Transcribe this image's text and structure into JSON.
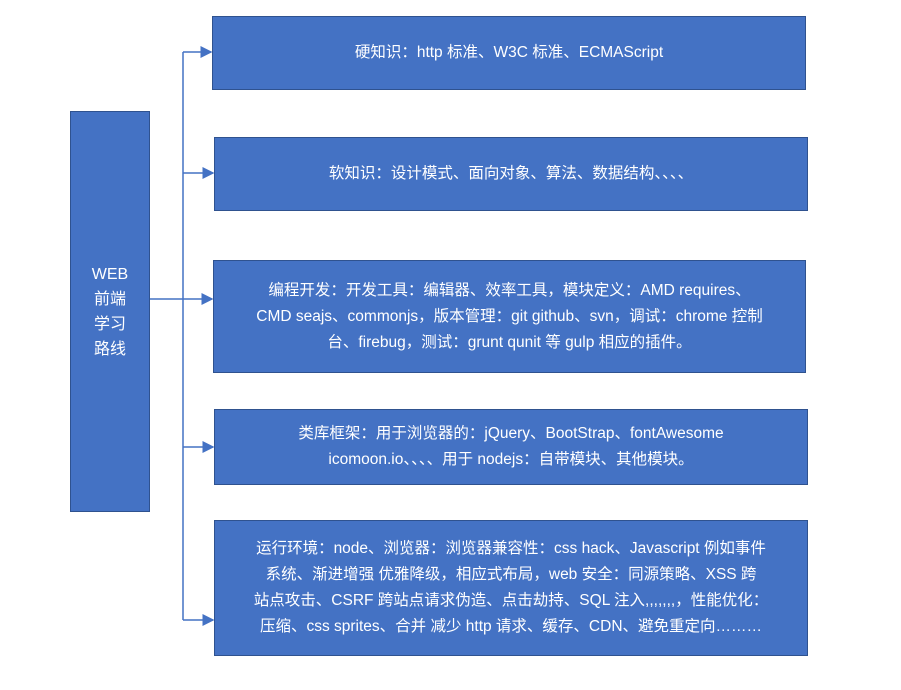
{
  "root": {
    "lines": [
      "WEB",
      "前端",
      "学习",
      "路线"
    ]
  },
  "branches": [
    {
      "lines": [
        "硬知识：http 标准、W3C 标准、ECMAScript"
      ]
    },
    {
      "lines": [
        "软知识：设计模式、面向对象、算法、数据结构、、、、"
      ]
    },
    {
      "lines": [
        "编程开发：开发工具：编辑器、效率工具，模块定义：AMD requires、",
        "CMD seajs、commonjs，版本管理：git github、svn，调试：chrome 控制",
        "台、firebug，测试：grunt qunit 等  gulp  相应的插件。"
      ]
    },
    {
      "lines": [
        "类库框架：用于浏览器的：jQuery、BootStrap、fontAwesome",
        "icomoon.io、、、、用于 nodejs：自带模块、其他模块。"
      ]
    },
    {
      "lines": [
        "运行环境：node、浏览器：浏览器兼容性：css hack、Javascript 例如事件",
        "系统、渐进增强  优雅降级，相应式布局，web 安全：同源策略、XSS 跨",
        "站点攻击、CSRF 跨站点请求伪造、点击劫持、SQL 注入,,,,,,,，性能优化：",
        "压缩、css sprites、合并  减少 http 请求、缓存、CDN、避免重定向………"
      ]
    }
  ],
  "colors": {
    "box_fill": "#4472C4",
    "box_border": "#2F528F",
    "connector": "#4472C4"
  }
}
